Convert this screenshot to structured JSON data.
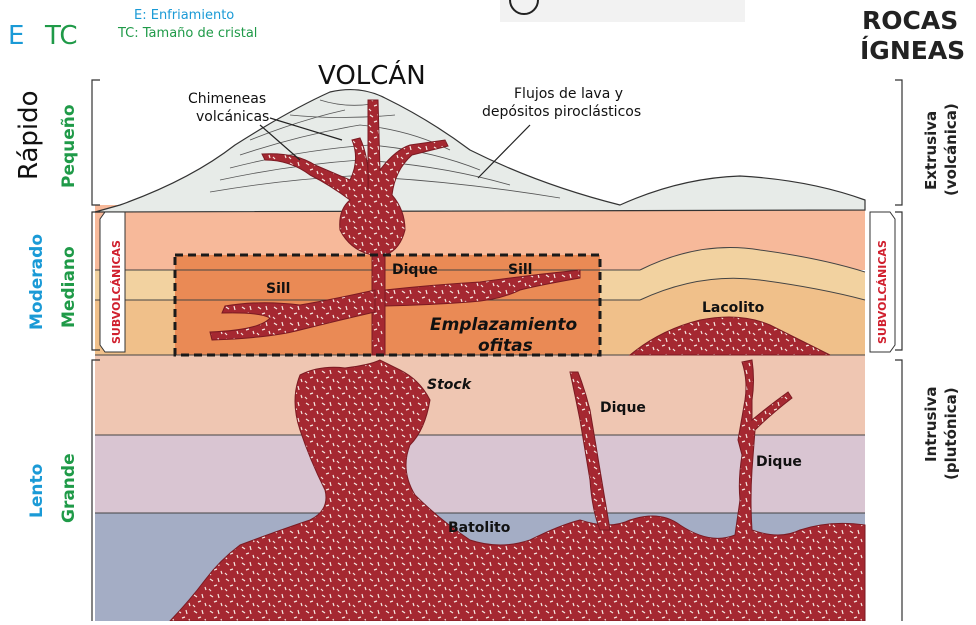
{
  "legend": {
    "e_code": "E",
    "tc_code": "TC",
    "e_desc": "E: Enfriamiento",
    "tc_desc": "TC: Tamaño de cristal"
  },
  "title": {
    "line1": "ROCAS",
    "line2": "ÍGNEAS"
  },
  "volcano_label": "VOLCÁN",
  "rows": {
    "cooling": [
      "Rápido",
      "Moderado",
      "Lento"
    ],
    "crystal": [
      "Pequeño",
      "Mediano",
      "Grande"
    ]
  },
  "right_labels": {
    "extrusive_1": "Extrusiva",
    "extrusive_2": "(volcánica)",
    "intrusive_1": "Intrusiva",
    "intrusive_2": "(plutónica)"
  },
  "subvolcanic": "SUBVOLCÁNICAS",
  "annotations": {
    "chimeneas_1": "Chimeneas",
    "chimeneas_2": "volcánicas",
    "flujos_1": "Flujos de lava y",
    "flujos_2": "depósitos piroclásticos",
    "sill_left": "Sill",
    "dique_top": "Dique",
    "sill_right": "Sill",
    "emplazamiento_1": "Emplazamiento",
    "emplazamiento_2": "ofitas",
    "lacolito": "Lacolito",
    "stock": "Stock",
    "dique_mid": "Dique",
    "dique_right": "Dique",
    "batolito": "Batolito"
  },
  "colors": {
    "magma": "#a52831",
    "cooling_blue": "#1a9ad6",
    "crystal_green": "#1f9a48",
    "subvolc_red": "#d0202e",
    "sky_layer": "#f7b99a",
    "light_beige": "#f2d2a0",
    "orange_layer": "#f0c08a",
    "highlight": "#ea8a55",
    "pink_layer": "#efc6b2",
    "mauve_layer": "#d9c5d2",
    "blue_layer": "#a4adc5"
  }
}
